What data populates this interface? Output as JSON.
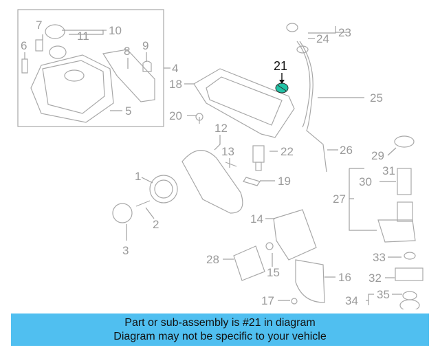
{
  "diagram": {
    "callouts": [
      "1",
      "2",
      "3",
      "4",
      "5",
      "6",
      "7",
      "8",
      "9",
      "10",
      "11",
      "12",
      "13",
      "14",
      "15",
      "16",
      "17",
      "18",
      "19",
      "20",
      "21",
      "22",
      "23",
      "24",
      "25",
      "26",
      "27",
      "28",
      "29",
      "30",
      "31",
      "32",
      "33",
      "34",
      "35"
    ],
    "highlighted_callout": "21",
    "highlight_color": "#22c3a6",
    "banner_color": "#50bff0",
    "line_color": "#a0a0a0"
  },
  "banner": {
    "line1": "Part or sub-assembly is #21 in diagram",
    "line2": "Diagram may not be specific to your vehicle"
  }
}
